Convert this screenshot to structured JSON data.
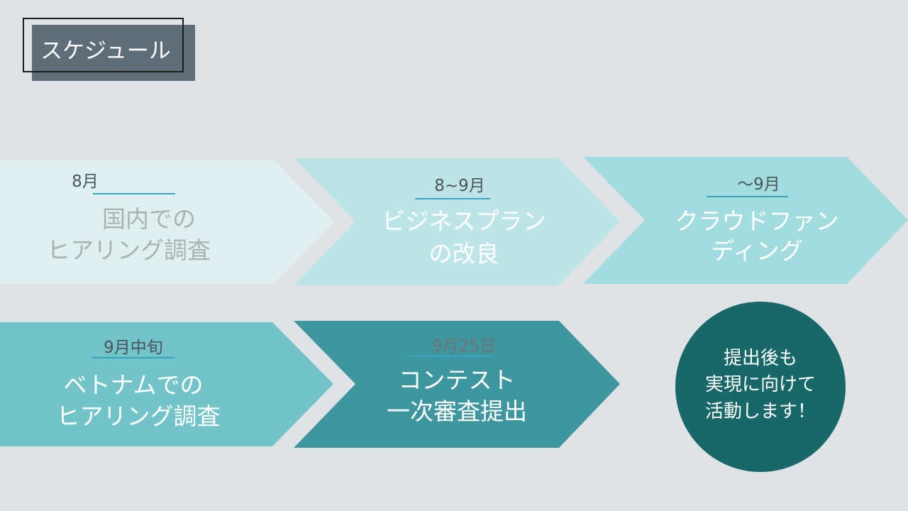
{
  "title": "スケジュール",
  "steps": [
    {
      "date": "8月",
      "line1": "国内での",
      "line2": "ヒアリング調査",
      "fill": "#e0eff0",
      "text_color": "#a9b3b4"
    },
    {
      "date": "8~9月",
      "line1": "ビジネスプラン",
      "line2": "の改良",
      "fill": "#bde5e8",
      "text_color": "#ffffff"
    },
    {
      "date": "～9月",
      "line1": "クラウドファン",
      "line2": "ディング",
      "fill": "#a3dcdf",
      "text_color": "#ffffff"
    },
    {
      "date": "9月中旬",
      "line1": "ベトナムでの",
      "line2": "ヒアリング調査",
      "fill": "#72c4c9",
      "text_color": "#ffffff"
    },
    {
      "date": "9月25日",
      "line1": "コンテスト",
      "line2": "一次審査提出",
      "fill": "#3e979e",
      "text_color": "#ffffff"
    }
  ],
  "closing": {
    "line1": "提出後も",
    "line2": "実現に向けて",
    "line3": "活動します！",
    "fill": "#18686a"
  },
  "colors": {
    "background": "#dfe3e6",
    "title_box": "#5e6d77",
    "date_underline": "#37a4c4"
  }
}
